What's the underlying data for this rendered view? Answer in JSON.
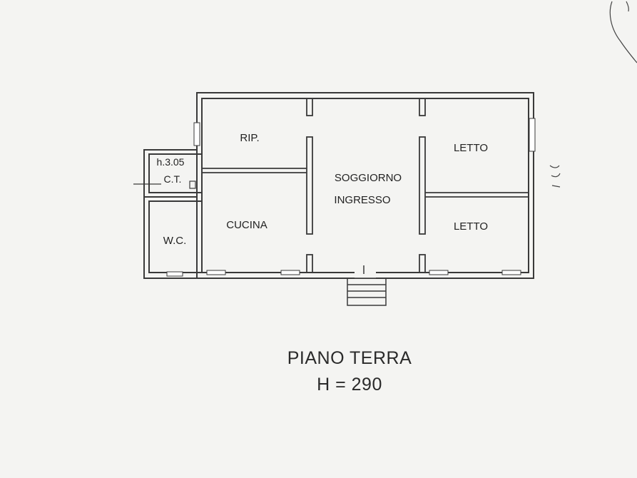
{
  "rooms": {
    "rip": "RIP.",
    "ct_height": "h.3.05",
    "ct": "C.T.",
    "wc": "W.C.",
    "cucina": "CUCINA",
    "soggiorno_line1": "SOGGIORNO",
    "soggiorno_line2": "INGRESSO",
    "letto_1": "LETTO",
    "letto_2": "LETTO"
  },
  "caption": {
    "title": "PIANO TERRA",
    "height": "H = 290"
  }
}
